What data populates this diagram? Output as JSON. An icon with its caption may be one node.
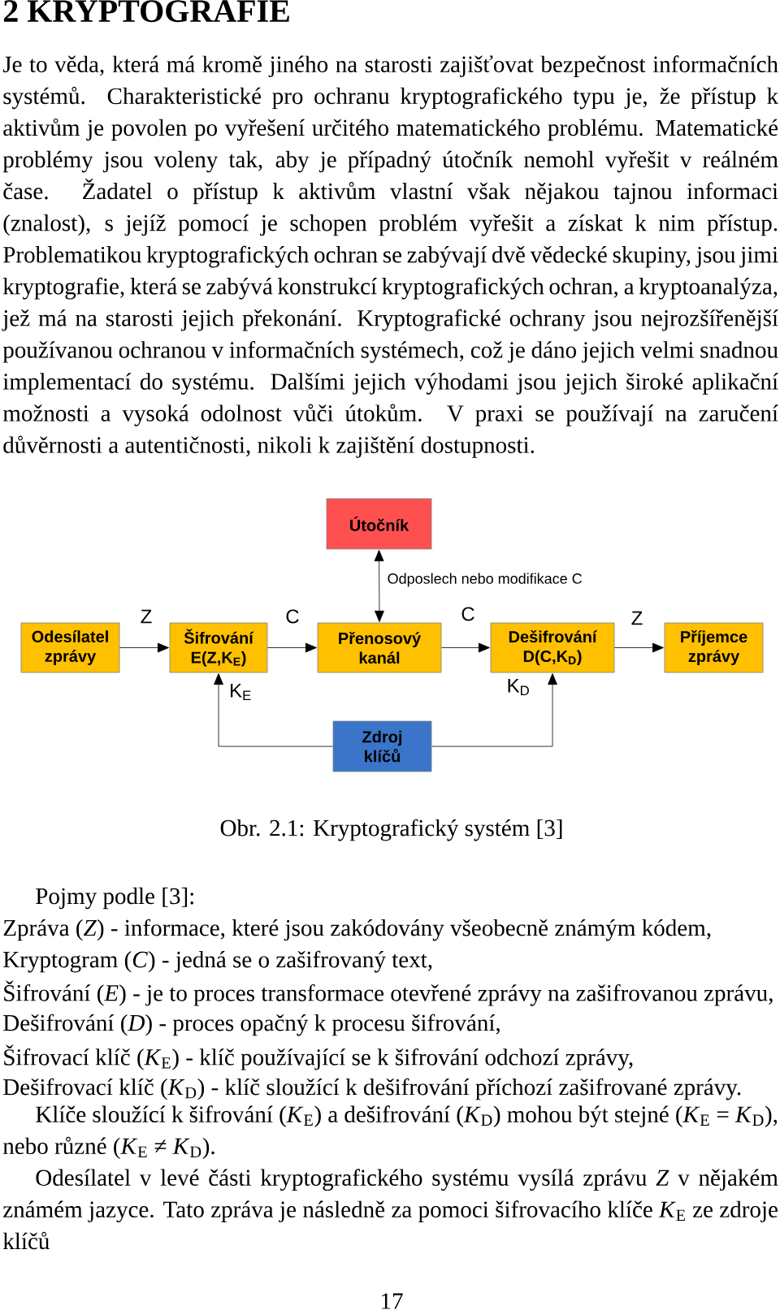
{
  "diagram": {
    "title": "2 KRYPTOGRAFIE",
    "caption": "Obr. 2.1: Kryptografický systém [3]",
    "nodes": [
      {
        "text": [
          "Útočník"
        ]
      },
      {
        "text": [
          "Odesílatel zprávy"
        ]
      },
      {
        "text": [
          "Šifrování E(Z,K$_{E}$)"
        ]
      },
      {
        "text": [
          "Přenosový kanál"
        ]
      },
      {
        "text": [
          "Dešifrování D(C,K$_{D}$)"
        ]
      },
      {
        "text": [
          "Příjemce zprávy"
        ]
      },
      {
        "text": [
          "Zdroj klíčů"
        ]
      }
    ],
    "edges": [
      {
        "from": 1,
        "to": 2,
        "arrow": "to",
        "label": "Z"
      },
      {
        "from": 2,
        "to": 3,
        "arrow": "to",
        "label": "C"
      },
      {
        "from": 3,
        "to": 4,
        "arrow": "to",
        "label": "C"
      },
      {
        "from": 4,
        "to": 5,
        "arrow": "to",
        "label": "Z"
      },
      {
        "from": 0,
        "to": 3,
        "arrow": "both",
        "label": "Odposlech nebo modifikace C"
      },
      {
        "from": 6,
        "to": 2,
        "arrow": "to",
        "label": "K$_{E}$"
      },
      {
        "from": 6,
        "to": 4,
        "arrow": "to",
        "label": "K$_{D}$"
      }
    ],
    "labels": [
      "Je to věda, která má kromě jiného na starosti zajišťovat bezpečnost informačních systémů. Charakteristické pro ochranu kryptografického typu je, že přístup k aktivům je povolen po vyřešení určitého matematického problému. Matematické problémy jsou voleny tak, aby je případný útočník nemohl vyřešit v reálném čase. Žadatel o přístup k aktivům vlastní však nějakou tajnou informaci (znalost), s jejíž pomocí je schopen problém vyřešit a získat k nim přístup. Problematikou kryptografických ochran se zabývají dvě vědecké skupiny, jsou jimi kryptografie, která se zabývá konstrukcí kryptografických ochran, a kryptoanalýza, jež má na starosti jejich překonání. Kryptografické ochrany jsou nejrozšířenější používanou ochranou v informačních systémech, což je dáno jejich velmi snadnou implementací do systému. Dalšími jejich výhodami jsou jejich široké aplikační možnosti a vysoká odolnost vůči útokům. V praxi se používají na zaručení důvěrnosti a autentičnosti, nikoli k zajištění dostupnosti.",
      "Pojmy podle [3]:",
      "Zpráva (*Z*) - informace, které jsou zakódovány všeobecně známým kódem,",
      "Kryptogram (*C*) - jedná se o zašifrovaný text,",
      "Šifrování (*E*) - je to proces transformace otevřené zprávy na zašifrovanou zprávu,",
      "Dešifrování (*D*) - proces opačný k procesu šifrování,",
      "Šifrovací klíč (*K*$_{E}$) - klíč používající se k šifrování odchozí zprávy,",
      "Dešifrovací klíč (*K*$_{D}$) - klíč sloužící k dešifrování příchozí zašifrované zprávy.",
      "Klíče sloužící k šifrování (*K*$_{E}$) a dešifrování (*K*$_{D}$) mohou být stejné (*K*$_{E}$ = *K*$_{D}$), nebo různé (*K*$_{E}$ ≠ *K*$_{D}$).",
      "Odesílatel v levé části kryptografického systému vysílá zprávu *Z* v nějakém známém jazyce. Tato zpráva je následně za pomoci šifrovacího klíče *K*$_{E}$ ze zdroje klíčů",
      "17"
    ]
  }
}
